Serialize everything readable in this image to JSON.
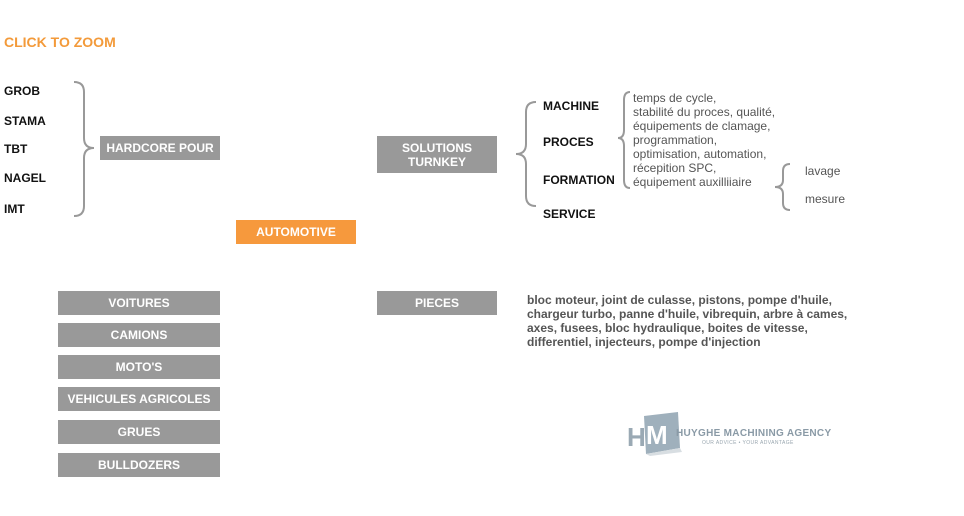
{
  "header": {
    "click_to_zoom": "CLICK TO ZOOM"
  },
  "brands": [
    "GROB",
    "STAMA",
    "TBT",
    "NAGEL",
    "IMT"
  ],
  "boxes": {
    "hardcore": "HARDCORE POUR",
    "automotive": "AUTOMOTIVE",
    "solutions_line1": "SOLUTIONS",
    "solutions_line2": "TURNKEY",
    "pieces": "PIECES"
  },
  "turnkey_items": [
    "MACHINE",
    "PROCES",
    "FORMATION",
    "SERVICE"
  ],
  "turnkey_details": [
    "temps de cycle,",
    "stabilité du proces, qualité,",
    "équipements de clamage,",
    "programmation,",
    "optimisation, automation,",
    "récepition SPC,",
    "équipement auxilliiaire"
  ],
  "aux_items": [
    "lavage",
    "mesure"
  ],
  "vehicles": [
    "VOITURES",
    "CAMIONS",
    "MOTO'S",
    "VEHICULES AGRICOLES",
    "GRUES",
    "BULLDOZERS"
  ],
  "pieces_details": [
    "bloc moteur, joint de culasse, pistons, pompe d'huile,",
    "chargeur turbo, panne d'huile, vibrequin, arbre à cames,",
    "axes, fusees, bloc hydraulique, boites de vitesse,",
    "differentiel, injecteurs, pompe d'injection"
  ],
  "logo": {
    "mark_h": "H",
    "mark_m": "M",
    "name": "HUYGHE MACHINING AGENCY",
    "tagline": "OUR ADVICE • YOUR ADVANTAGE"
  },
  "colors": {
    "accent_orange": "#f6993d",
    "box_gray": "#999999",
    "brace_gray": "#999999"
  }
}
